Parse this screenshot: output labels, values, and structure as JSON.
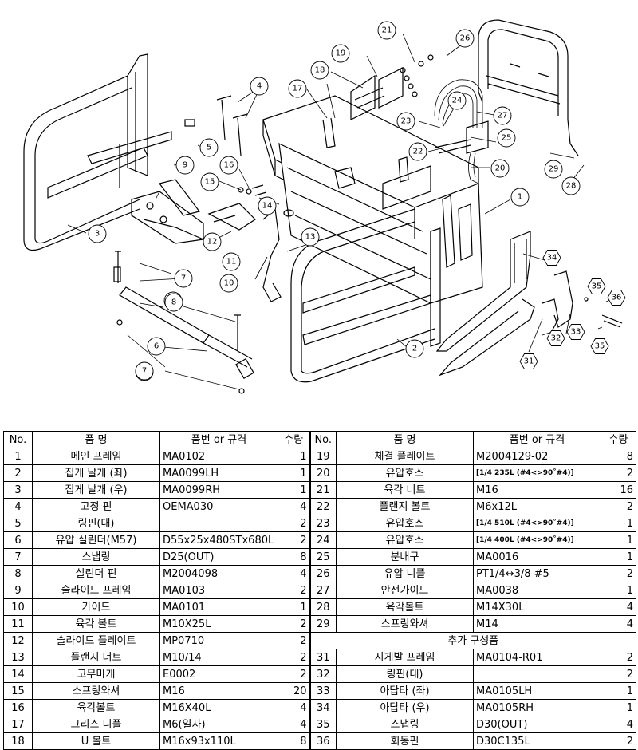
{
  "callouts": [
    "1",
    "2",
    "3",
    "4",
    "5",
    "6",
    "7",
    "8",
    "9",
    "10",
    "11",
    "12",
    "13",
    "14",
    "15",
    "16",
    "17",
    "18",
    "19",
    "20",
    "21",
    "22",
    "23",
    "24",
    "25",
    "26",
    "27",
    "28",
    "29",
    "31",
    "32",
    "33",
    "34",
    "35",
    "36",
    "7",
    "8",
    "7",
    "35"
  ],
  "table": {
    "headers": {
      "no": "No.",
      "name": "품  명",
      "spec": "품번 or 규격",
      "qty": "수량"
    },
    "left": [
      {
        "no": "1",
        "name": "메인 프레임",
        "spec": "MA0102",
        "qty": "1"
      },
      {
        "no": "2",
        "name": "집게 날개 (좌)",
        "spec": "MA0099LH",
        "qty": "1"
      },
      {
        "no": "3",
        "name": "집게 날개 (우)",
        "spec": "MA0099RH",
        "qty": "1"
      },
      {
        "no": "4",
        "name": "고정 핀",
        "spec": "OEMA030",
        "qty": "4"
      },
      {
        "no": "5",
        "name": "링핀(대)",
        "spec": "",
        "qty": "2"
      },
      {
        "no": "6",
        "name": "유압 실린더(M57)",
        "spec": "D55x25x480STx680L",
        "qty": "2"
      },
      {
        "no": "7",
        "name": "스냅링",
        "spec": "D25(OUT)",
        "qty": "8"
      },
      {
        "no": "8",
        "name": "실린더 핀",
        "spec": "M2004098",
        "qty": "4"
      },
      {
        "no": "9",
        "name": "슬라이드 프레임",
        "spec": "MA0103",
        "qty": "2"
      },
      {
        "no": "10",
        "name": "가이드",
        "spec": "MA0101",
        "qty": "1"
      },
      {
        "no": "11",
        "name": "육각 볼트",
        "spec": "M10X25L",
        "qty": "2"
      },
      {
        "no": "12",
        "name": "슬라이드 플레이트",
        "spec": "MP0710",
        "qty": "2"
      },
      {
        "no": "13",
        "name": "플랜지 너트",
        "spec": "M10/14",
        "qty": "2"
      },
      {
        "no": "14",
        "name": "고무마개",
        "spec": "E0002",
        "qty": "2"
      },
      {
        "no": "15",
        "name": "스프링와셔",
        "spec": "M16",
        "qty": "20"
      },
      {
        "no": "16",
        "name": "육각볼트",
        "spec": "M16X40L",
        "qty": "4"
      },
      {
        "no": "17",
        "name": "그리스 니플",
        "spec": "M6(일자)",
        "qty": "4"
      },
      {
        "no": "18",
        "name": "U 볼트",
        "spec": "M16x93x110L",
        "qty": "8"
      }
    ],
    "right": [
      {
        "no": "19",
        "name": "체결 플레이트",
        "spec": "M2004129-02",
        "qty": "8"
      },
      {
        "no": "20",
        "name": "유압호스",
        "spec": "[1/4 235L (#4<>90˚#4)]",
        "qty": "2",
        "small": true
      },
      {
        "no": "21",
        "name": "육각 너트",
        "spec": "M16",
        "qty": "16"
      },
      {
        "no": "22",
        "name": "플랜지 볼트",
        "spec": "M6x12L",
        "qty": "2"
      },
      {
        "no": "23",
        "name": "유압호스",
        "spec": "[1/4 510L (#4<>90˚#4)]",
        "qty": "1",
        "small": true
      },
      {
        "no": "24",
        "name": "유압호스",
        "spec": "[1/4 400L (#4<>90˚#4)]",
        "qty": "1",
        "small": true
      },
      {
        "no": "25",
        "name": "분배구",
        "spec": "MA0016",
        "qty": "1"
      },
      {
        "no": "26",
        "name": "유압 니플",
        "spec": "PT1/4↔3/8 #5",
        "qty": "2"
      },
      {
        "no": "27",
        "name": "안전가이드",
        "spec": "MA0038",
        "qty": "1"
      },
      {
        "no": "28",
        "name": "육각볼트",
        "spec": "M14X30L",
        "qty": "4"
      },
      {
        "no": "29",
        "name": "스프링와셔",
        "spec": "M14",
        "qty": "4"
      },
      {
        "section": "추가 구성품"
      },
      {
        "no": "31",
        "name": "지게발 프레임",
        "spec": "MA0104-R01",
        "qty": "2"
      },
      {
        "no": "32",
        "name": "링핀(대)",
        "spec": "",
        "qty": "2"
      },
      {
        "no": "33",
        "name": "아답타 (좌)",
        "spec": "MA0105LH",
        "qty": "1"
      },
      {
        "no": "34",
        "name": "아답타 (우)",
        "spec": "MA0105RH",
        "qty": "1"
      },
      {
        "no": "35",
        "name": "스냅링",
        "spec": "D30(OUT)",
        "qty": "4"
      },
      {
        "no": "36",
        "name": "회동핀",
        "spec": "D30C135L",
        "qty": "2"
      }
    ]
  }
}
